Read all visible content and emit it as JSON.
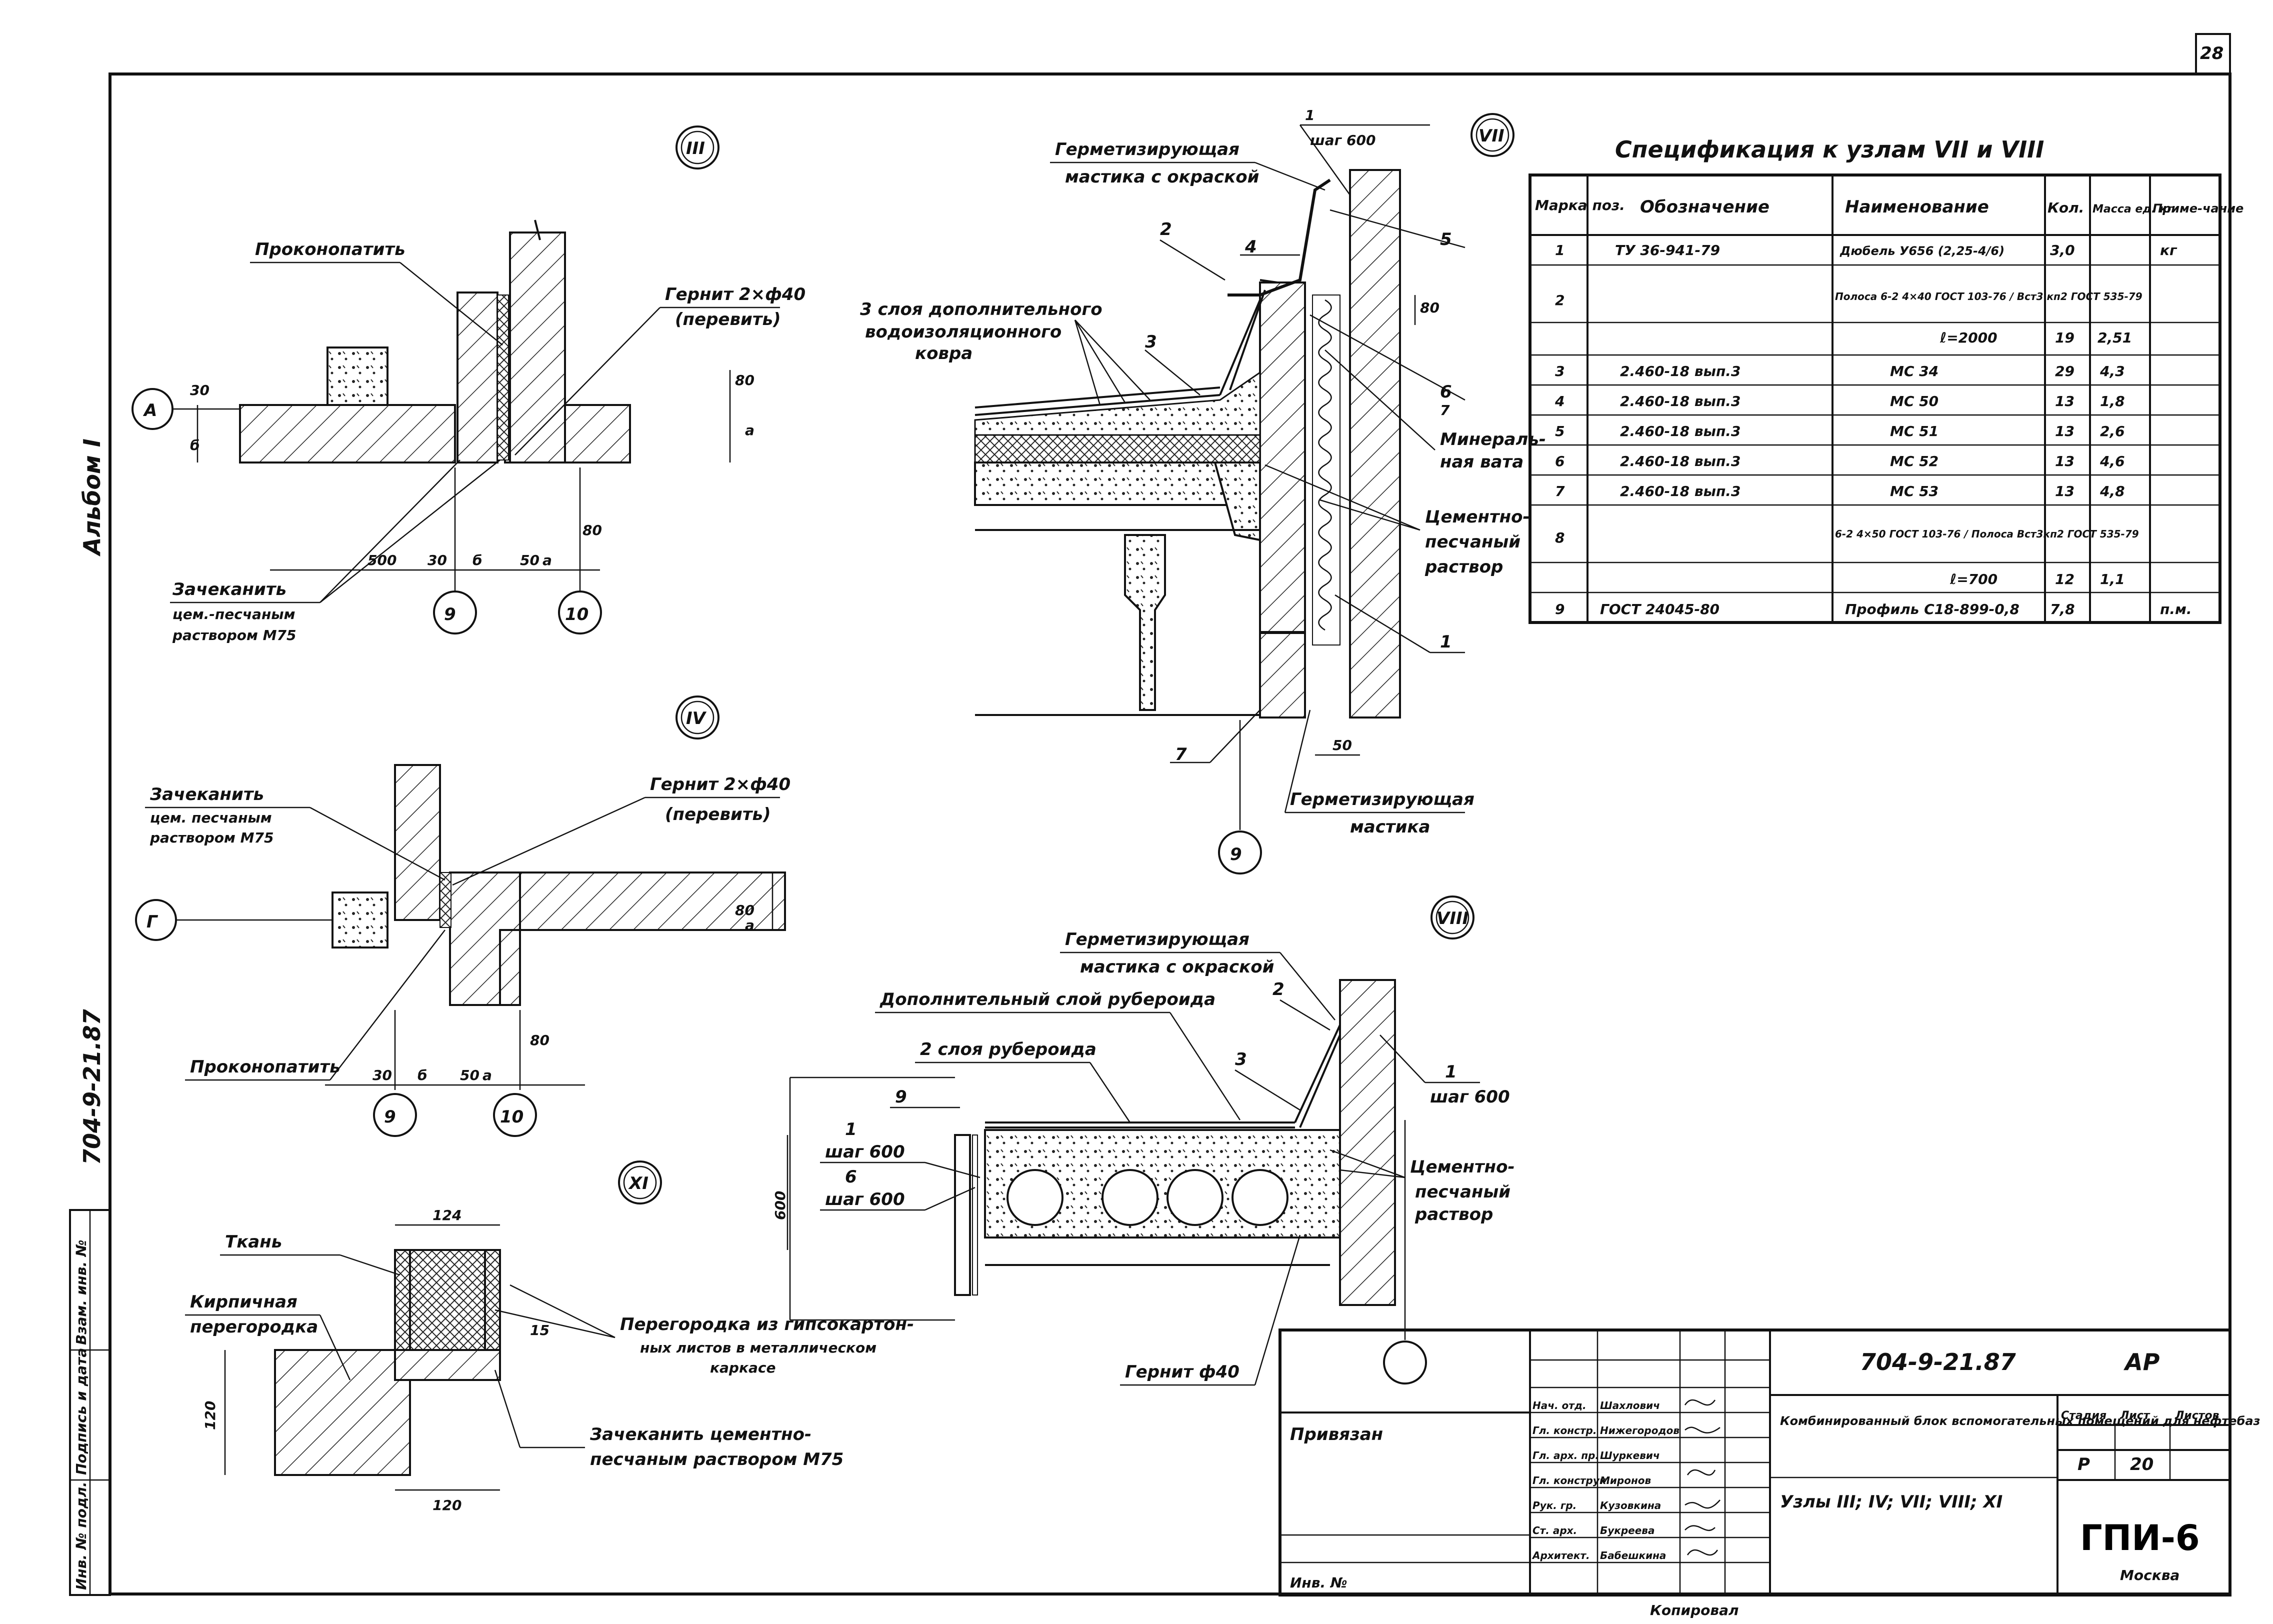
{
  "sheet": {
    "page_number": "28",
    "album": "Альбом I",
    "doc_code_vertical": "704-9-21.87",
    "stamp_labels": [
      "Инв. № подл.",
      "Подпись и дата",
      "Взам. инв. №"
    ]
  },
  "spec": {
    "title": "Спецификация к узлам VII и VIII",
    "headers": [
      "Марка поз.",
      "Обозначение",
      "Наименование",
      "Кол.",
      "Масса ед. кг",
      "Приме-чание"
    ],
    "rows": [
      {
        "pos": "1",
        "code": "ТУ 36-941-79",
        "name": "Дюбель У656 (2,25-4/6)",
        "qty": "3,0",
        "mass": "",
        "note": "кг"
      },
      {
        "pos": "2",
        "code": "",
        "name": "Полоса 6-2 4×40 ГОСТ 103-76 / Вст3 кп2 ГОСТ 535-79",
        "qty": "",
        "mass": "",
        "note": ""
      },
      {
        "pos": "",
        "code": "",
        "name": "ℓ=2000",
        "qty": "19",
        "mass": "2,51",
        "note": ""
      },
      {
        "pos": "3",
        "code": "2.460-18 вып.3",
        "name": "МС 34",
        "qty": "29",
        "mass": "4,3",
        "note": ""
      },
      {
        "pos": "4",
        "code": "2.460-18 вып.3",
        "name": "МС 50",
        "qty": "13",
        "mass": "1,8",
        "note": ""
      },
      {
        "pos": "5",
        "code": "2.460-18 вып.3",
        "name": "МС 51",
        "qty": "13",
        "mass": "2,6",
        "note": ""
      },
      {
        "pos": "6",
        "code": "2.460-18 вып.3",
        "name": "МС 52",
        "qty": "13",
        "mass": "4,6",
        "note": ""
      },
      {
        "pos": "7",
        "code": "2.460-18 вып.3",
        "name": "МС 53",
        "qty": "13",
        "mass": "4,8",
        "note": ""
      },
      {
        "pos": "8",
        "code": "",
        "name": "6-2 4×50 ГОСТ 103-76 / Полоса Вст3кп2 ГОСТ 535-79",
        "qty": "",
        "mass": "",
        "note": ""
      },
      {
        "pos": "",
        "code": "",
        "name": "ℓ=700",
        "qty": "12",
        "mass": "1,1",
        "note": ""
      },
      {
        "pos": "9",
        "code": "ГОСТ 24045-80",
        "name": "Профиль С18-899-0,8",
        "qty": "7,8",
        "mass": "",
        "note": "п.м."
      }
    ]
  },
  "node_III": {
    "number": "III",
    "labels": [
      "Проконопатить",
      "Гернит 2×ф40",
      "(перевить)",
      "Зачеканить",
      "цем.-песчаным",
      "раствором М75"
    ],
    "axis_left": "А",
    "axes": [
      "9",
      "10"
    ],
    "dims": [
      "500",
      "30",
      "б",
      "50",
      "а",
      "80",
      "80",
      "а",
      "б",
      "30"
    ]
  },
  "node_IV": {
    "number": "IV",
    "labels": [
      "Зачеканить",
      "цем. песчаным",
      "раствором М75",
      "Гернит 2×ф40",
      "(перевить)",
      "Проконопатить"
    ],
    "axis_left": "Г",
    "axes": [
      "9",
      "10"
    ],
    "dims": [
      "30",
      "б",
      "50",
      "а",
      "80",
      "80",
      "а"
    ]
  },
  "node_VII": {
    "number": "VII",
    "labels": [
      "Герметизирующая",
      "мастика с окраской",
      "3 слоя дополнительного",
      "водоизоляционного",
      "ковра",
      "Минераль-",
      "ная вата",
      "Цементно-",
      "песчаный",
      "раствор",
      "Герметизирующая",
      "мастика",
      "шаг 600"
    ],
    "pos_marks": [
      "1",
      "2",
      "3",
      "4",
      "5",
      "6",
      "7",
      "1",
      "7"
    ],
    "axes": [
      "9"
    ],
    "dims": [
      "80",
      "50"
    ]
  },
  "node_VIII": {
    "number": "VIII",
    "labels": [
      "Герметизирующая",
      "мастика с окраской",
      "Дополнительный слой рубероида",
      "2 слоя рубероида",
      "шаг 600",
      "шаг 600",
      "шаг 600",
      "Цементно-",
      "песчаный",
      "раствор",
      "Гернит ф40"
    ],
    "pos_marks": [
      "9",
      "1",
      "6",
      "2",
      "3",
      "1"
    ],
    "dims": [
      "600"
    ]
  },
  "node_XI": {
    "number": "XI",
    "labels": [
      "Ткань",
      "Кирпичная",
      "перегородка",
      "Перегородка из гипсокартон-",
      "ных листов в металлическом",
      "каркасе",
      "Зачеканить цементно-",
      "песчаным раствором М75"
    ],
    "dims": [
      "124",
      "120",
      "15",
      "120"
    ]
  },
  "title_block": {
    "code": "704-9-21.87",
    "section": "АР",
    "privyazan": "Привязан",
    "inv": "Инв. №",
    "roles": [
      "Нач. отд.",
      "Гл. констр.",
      "Гл. арх. пр.",
      "Гл. конструк.",
      "Рук. гр.",
      "Ст. арх.",
      "Архитект."
    ],
    "names": [
      "Шахлович",
      "Нижегородов",
      "Шуркевич",
      "Миронов",
      "Кузовкина",
      "Букреева",
      "Бабешкина"
    ],
    "description": "Комбинированный блок вспомогательных помещений для нефтебаз",
    "nodes_line": "Узлы III; IV; VII; VIII; XI",
    "stage_h": "Стадия",
    "sheet_h": "Лист",
    "sheets_h": "Листов",
    "stage": "Р",
    "sheet": "20",
    "sheets": "",
    "org": "ГПИ-6",
    "city": "Москва",
    "copied": "Копировал"
  }
}
